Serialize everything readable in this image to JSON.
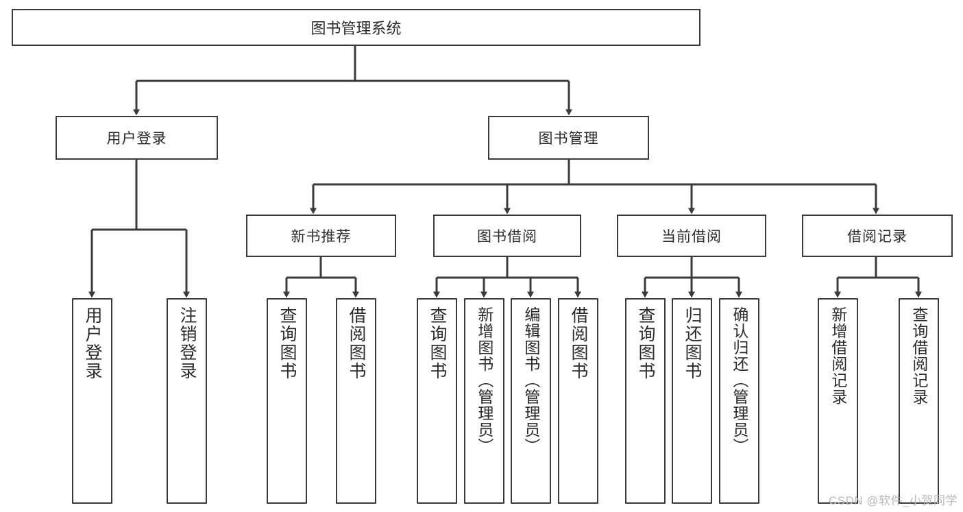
{
  "diagram": {
    "title": "图书管理系统",
    "type": "tree",
    "root": {
      "label": "图书管理系统"
    },
    "level2": [
      {
        "label": "用户登录"
      },
      {
        "label": "图书管理"
      }
    ],
    "level3": [
      {
        "label": "新书推荐"
      },
      {
        "label": "图书借阅"
      },
      {
        "label": "当前借阅"
      },
      {
        "label": "借阅记录"
      }
    ],
    "leaves": {
      "user_login": [
        {
          "label": "用户登录"
        },
        {
          "label": "注销登录"
        }
      ],
      "new_book_recommend": [
        {
          "label": "查询图书"
        },
        {
          "label": "借阅图书"
        }
      ],
      "book_borrow": [
        {
          "label": "查询图书"
        },
        {
          "label": "新增图书（管理员）"
        },
        {
          "label": "编辑图书（管理员）"
        },
        {
          "label": "借阅图书"
        }
      ],
      "current_borrow": [
        {
          "label": "查询图书"
        },
        {
          "label": "归还图书"
        },
        {
          "label": "确认归还（管理员）"
        }
      ],
      "borrow_record": [
        {
          "label": "新增借阅记录"
        },
        {
          "label": "查询借阅记录"
        }
      ]
    },
    "colors": {
      "stroke": "#3a3a3a",
      "text": "#2b2b2b",
      "background": "#ffffff",
      "watermark": "#b9b9b9"
    }
  },
  "watermark": {
    "text": "CSDN @软件_小贺同学"
  }
}
